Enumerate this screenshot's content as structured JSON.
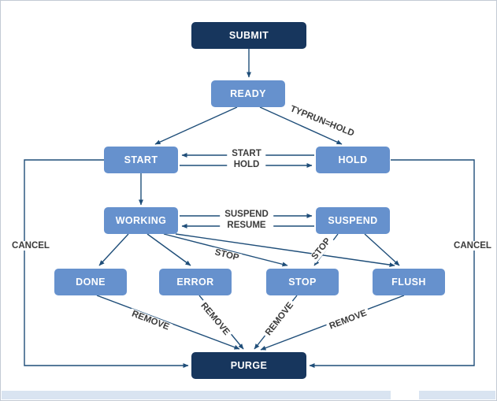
{
  "diagram": {
    "type": "state-flowchart",
    "nodes": {
      "submit": {
        "label": "SUBMIT"
      },
      "ready": {
        "label": "READY"
      },
      "start": {
        "label": "START"
      },
      "hold": {
        "label": "HOLD"
      },
      "working": {
        "label": "WORKING"
      },
      "suspend": {
        "label": "SUSPEND"
      },
      "done": {
        "label": "DONE"
      },
      "error": {
        "label": "ERROR"
      },
      "stop": {
        "label": "STOP"
      },
      "flush": {
        "label": "FLUSH"
      },
      "purge": {
        "label": "PURGE"
      }
    },
    "edge_labels": {
      "typrun_hold": "TYPRUN=HOLD",
      "start_cmd": "START",
      "hold_cmd": "HOLD",
      "suspend_cmd": "SUSPEND",
      "resume_cmd": "RESUME",
      "stop_from_working": "STOP",
      "stop_from_suspend": "STOP",
      "remove_done": "REMOVE",
      "remove_error": "REMOVE",
      "remove_stop": "REMOVE",
      "remove_flush": "REMOVE",
      "cancel_left": "CANCEL",
      "cancel_right": "CANCEL"
    },
    "edges": [
      {
        "from": "SUBMIT",
        "to": "READY",
        "label": ""
      },
      {
        "from": "READY",
        "to": "START",
        "label": ""
      },
      {
        "from": "READY",
        "to": "HOLD",
        "label": "TYPRUN=HOLD"
      },
      {
        "from": "HOLD",
        "to": "START",
        "label": "START"
      },
      {
        "from": "START",
        "to": "HOLD",
        "label": "HOLD"
      },
      {
        "from": "START",
        "to": "WORKING",
        "label": ""
      },
      {
        "from": "WORKING",
        "to": "SUSPEND",
        "label": "SUSPEND"
      },
      {
        "from": "SUSPEND",
        "to": "WORKING",
        "label": "RESUME"
      },
      {
        "from": "WORKING",
        "to": "DONE",
        "label": ""
      },
      {
        "from": "WORKING",
        "to": "ERROR",
        "label": ""
      },
      {
        "from": "WORKING",
        "to": "STOP",
        "label": "STOP"
      },
      {
        "from": "WORKING",
        "to": "FLUSH",
        "label": ""
      },
      {
        "from": "SUSPEND",
        "to": "STOP",
        "label": "STOP"
      },
      {
        "from": "SUSPEND",
        "to": "FLUSH",
        "label": ""
      },
      {
        "from": "DONE",
        "to": "PURGE",
        "label": "REMOVE"
      },
      {
        "from": "ERROR",
        "to": "PURGE",
        "label": "REMOVE"
      },
      {
        "from": "STOP",
        "to": "PURGE",
        "label": "REMOVE"
      },
      {
        "from": "FLUSH",
        "to": "PURGE",
        "label": "REMOVE"
      },
      {
        "from": "START",
        "to": "PURGE",
        "label": "CANCEL"
      },
      {
        "from": "HOLD",
        "to": "PURGE",
        "label": "CANCEL"
      }
    ],
    "colors": {
      "node_dark": "#17365d",
      "node_blue": "#6691cd",
      "edge": "#1f4e79",
      "label_text": "#3b3b3b",
      "footer_band": "#d9e4f1",
      "border": "#c3cad4"
    }
  }
}
